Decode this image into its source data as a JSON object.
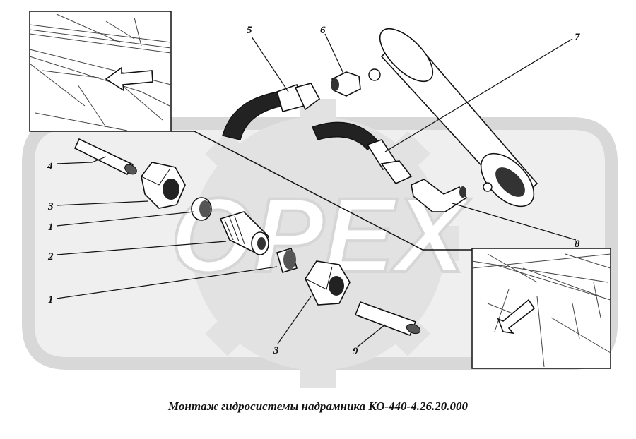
{
  "watermark": {
    "text": "OPEX",
    "color": "#dcdcdc"
  },
  "caption": "Монтаж гидросистемы надрамника КО-440-4.26.20.000",
  "callouts": [
    "1",
    "1",
    "2",
    "3",
    "3",
    "4",
    "5",
    "6",
    "7",
    "8",
    "9"
  ],
  "parts": [
    {
      "id": "part-1-a",
      "label": "1"
    },
    {
      "id": "part-1-b",
      "label": "1"
    },
    {
      "id": "part-2",
      "label": "2"
    },
    {
      "id": "part-3-a",
      "label": "3"
    },
    {
      "id": "part-3-b",
      "label": "3"
    },
    {
      "id": "part-4",
      "label": "4"
    },
    {
      "id": "part-5",
      "label": "5"
    },
    {
      "id": "part-6",
      "label": "6"
    },
    {
      "id": "part-7",
      "label": "7"
    },
    {
      "id": "part-8",
      "label": "8"
    },
    {
      "id": "part-9",
      "label": "9"
    }
  ],
  "colors": {
    "line": "#111111",
    "watermark": "#dcdcdc",
    "shadow": "#555555"
  }
}
